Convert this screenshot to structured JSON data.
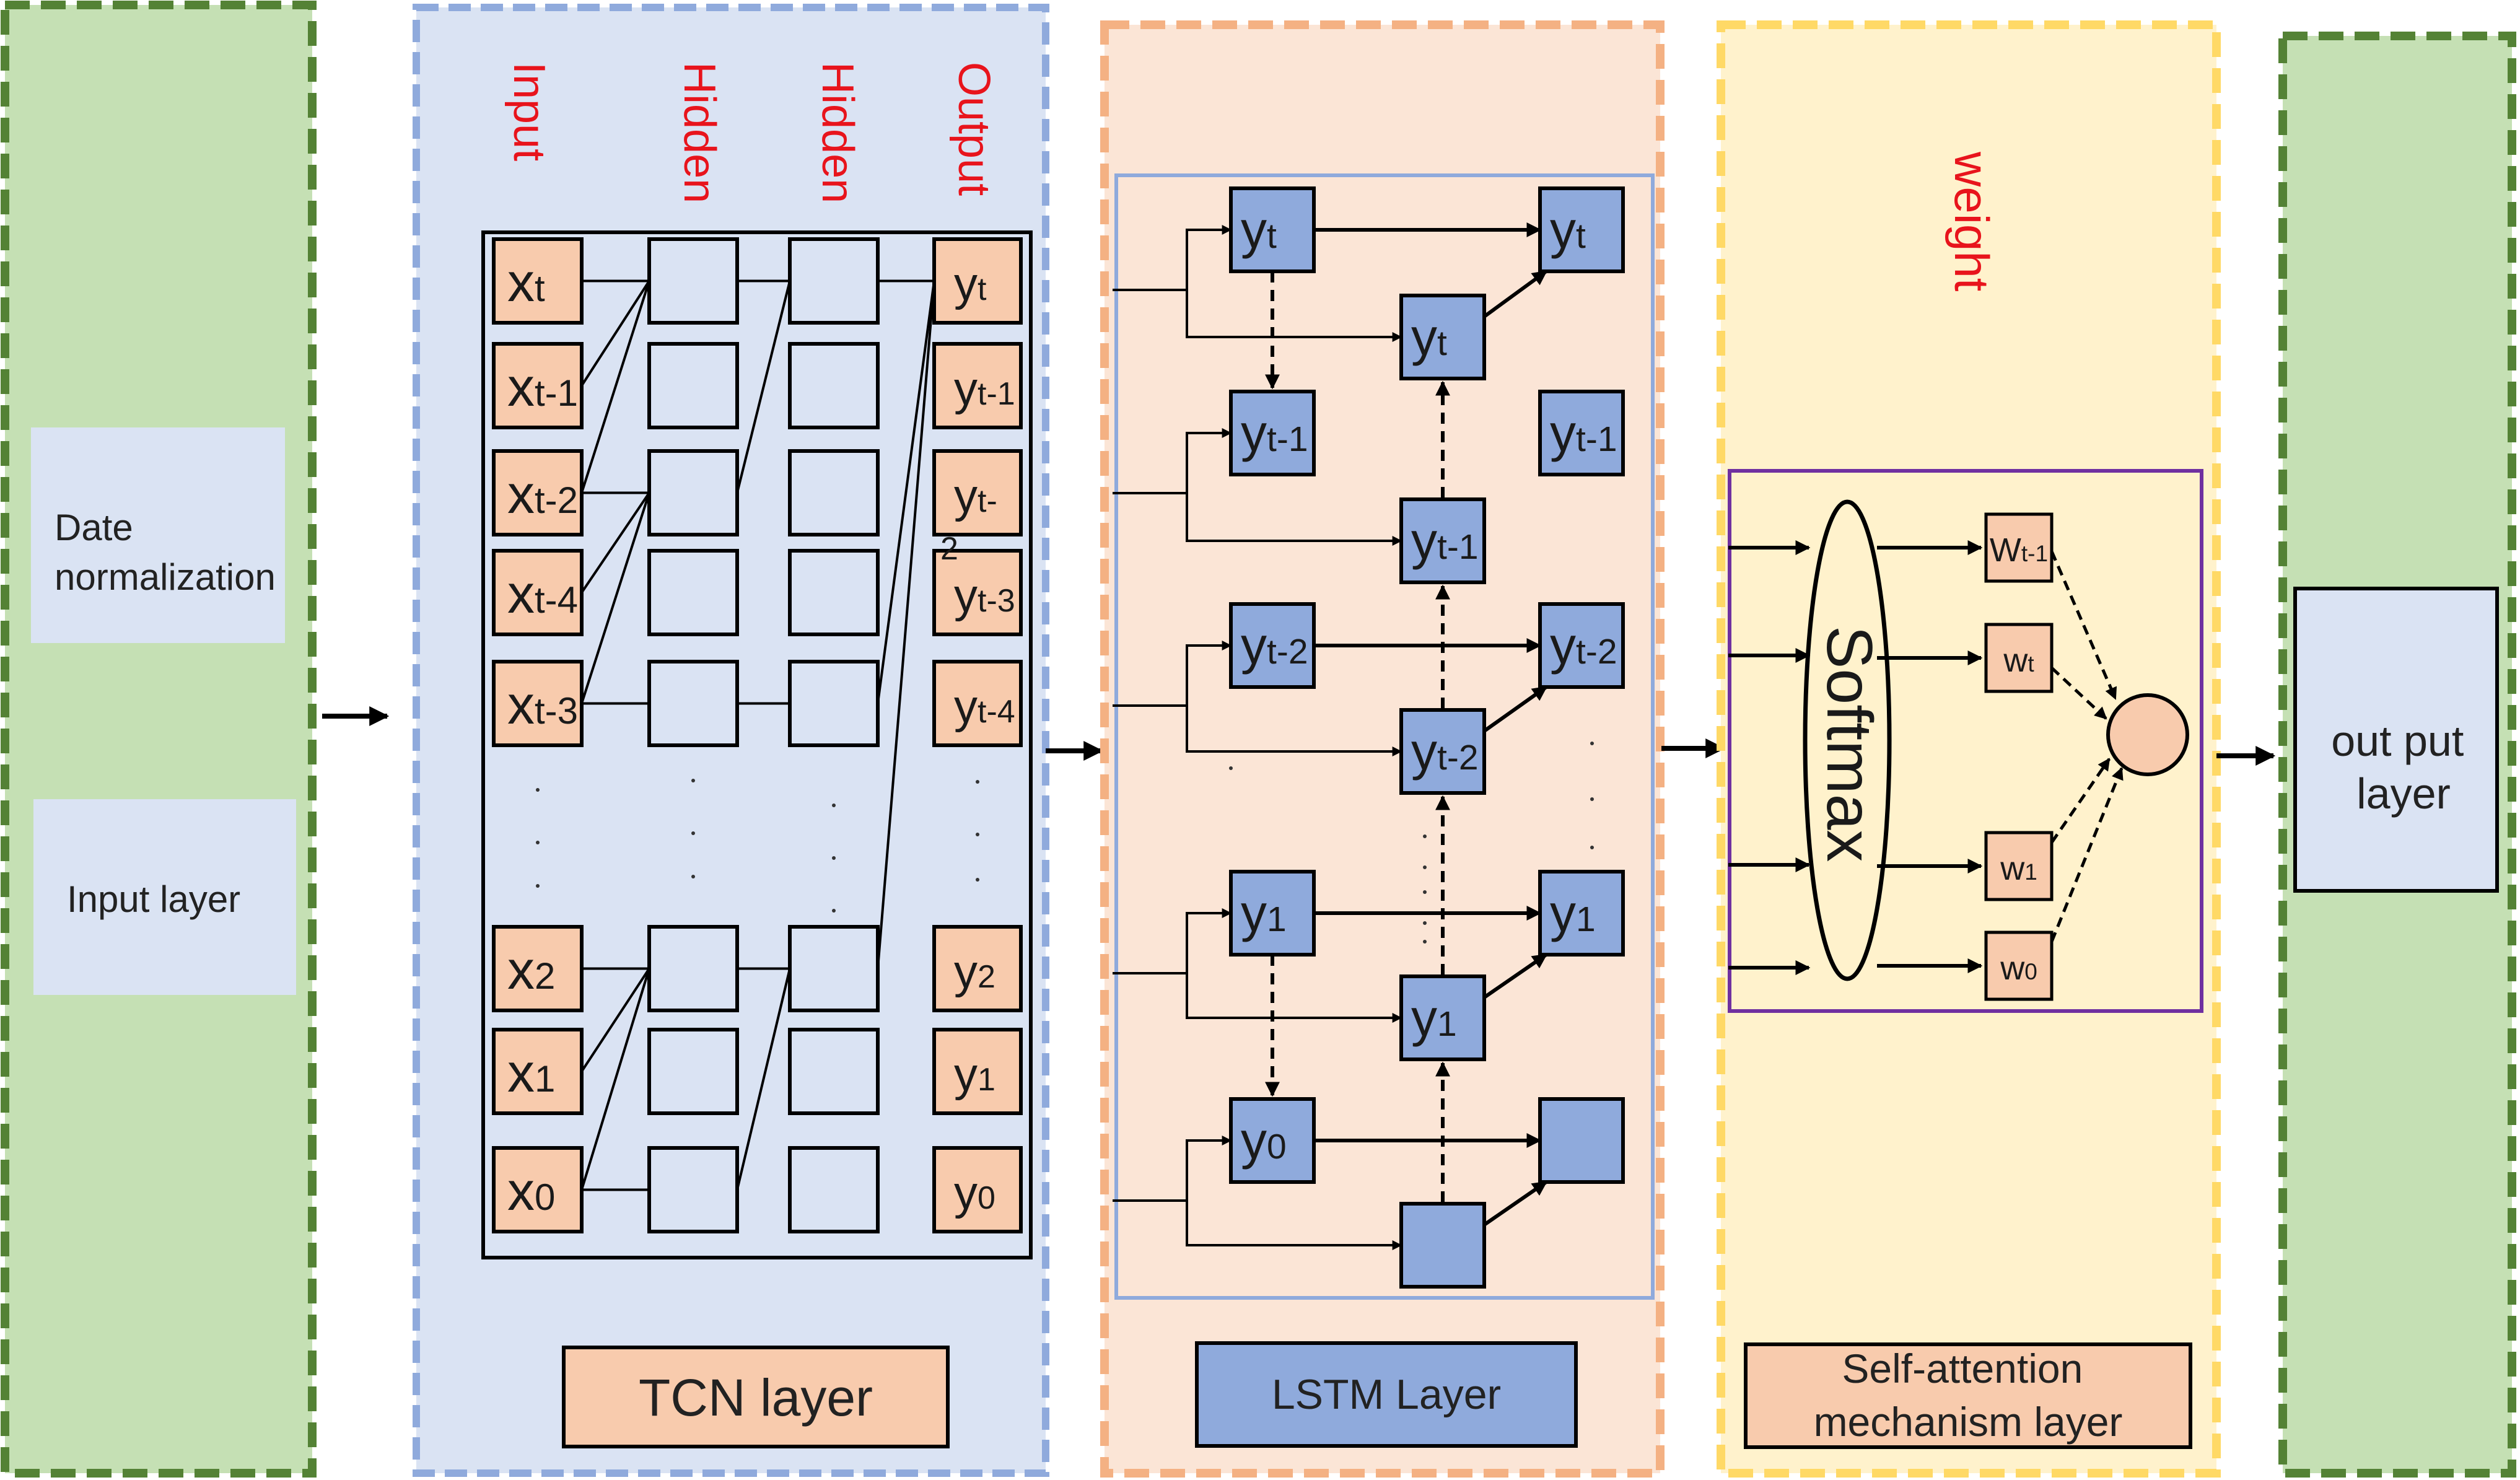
{
  "input_panel": {
    "date_normalization": [
      "Date",
      "normalization"
    ],
    "input_layer": "Input layer"
  },
  "tcn": {
    "col_input": "Input",
    "col_hidden1": "Hidden",
    "col_hidden2": "Hidden",
    "col_output": "Output",
    "inputs": [
      {
        "base": "x",
        "sub": "t"
      },
      {
        "base": "x",
        "sub": "t-1"
      },
      {
        "base": "x",
        "sub": "t-2"
      },
      {
        "base": "x",
        "sub": "t-4"
      },
      {
        "base": "x",
        "sub": "t-3"
      },
      {
        "base": "x",
        "sub": "2"
      },
      {
        "base": "x",
        "sub": "1"
      },
      {
        "base": "x",
        "sub": "0"
      }
    ],
    "outputs": [
      {
        "base": "y",
        "sub": "t"
      },
      {
        "base": "y",
        "sub": "t-1"
      },
      {
        "base": "y",
        "sub": "t-"
      },
      {
        "base": "y",
        "sub": "t-3"
      },
      {
        "base": "y",
        "sub": "t-4"
      },
      {
        "base": "y",
        "sub": "2"
      },
      {
        "base": "y",
        "sub": "1"
      },
      {
        "base": "y",
        "sub": "0"
      }
    ],
    "output_stray_digit": "2",
    "title": "TCN  layer"
  },
  "lstm": {
    "left_nodes": [
      {
        "base": "y",
        "sub": "t"
      },
      {
        "base": "y",
        "sub": "t-1"
      },
      {
        "base": "y",
        "sub": "t-2"
      },
      {
        "base": "y",
        "sub": "1"
      },
      {
        "base": "y",
        "sub": "0"
      }
    ],
    "mid_nodes": [
      {
        "base": "y",
        "sub": "t"
      },
      {
        "base": "y",
        "sub": "t-1"
      },
      {
        "base": "y",
        "sub": "t-2"
      },
      {
        "base": "y",
        "sub": "1"
      },
      {
        "base": "",
        "sub": ""
      }
    ],
    "right_nodes": [
      {
        "base": "y",
        "sub": "t"
      },
      {
        "base": "y",
        "sub": "t-1"
      },
      {
        "base": "y",
        "sub": "t-2"
      },
      {
        "base": "y",
        "sub": "1"
      },
      {
        "base": "",
        "sub": ""
      }
    ],
    "title": "LSTM Layer"
  },
  "attention": {
    "weight_label": "weight",
    "softmax": "Softmax",
    "weights": [
      {
        "base": "W",
        "sub": "t-1"
      },
      {
        "base": "w",
        "sub": "t"
      },
      {
        "base": "w",
        "sub": "1"
      },
      {
        "base": "w",
        "sub": "0"
      }
    ],
    "title_lines": [
      "Self-attention",
      "mechanism layer"
    ]
  },
  "output": {
    "label_lines": [
      "out put",
      "layer"
    ]
  },
  "colors": {
    "green_fill": "#c5e0b4",
    "green_border": "#548235",
    "blue_fill": "#dae3f3",
    "blue_border": "#8faadc",
    "peach_fill": "#fbe5d6",
    "peach_border": "#f4b183",
    "yellow_fill": "#fff2cc",
    "yellow_border": "#ffd966",
    "node_orange": "#f8cbad",
    "node_blue": "#8faadc",
    "purple_border": "#7030a0",
    "label_red": "#e8141c"
  }
}
